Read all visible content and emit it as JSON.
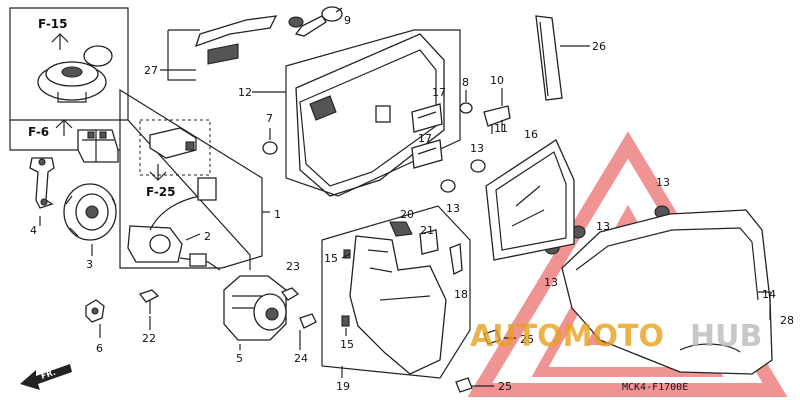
{
  "diagram": {
    "code": "MCK4-F1700E",
    "direction_label": "FR.",
    "ref_labels": [
      "F-15",
      "F-6",
      "F-25"
    ],
    "part_numbers": [
      "1",
      "2",
      "3",
      "4",
      "5",
      "6",
      "7",
      "8",
      "9",
      "10",
      "11",
      "12",
      "13",
      "14",
      "15",
      "16",
      "17",
      "18",
      "19",
      "20",
      "21",
      "22",
      "23",
      "24",
      "25",
      "26",
      "27",
      "28"
    ],
    "watermark": {
      "text_main": "AUTOMOTO",
      "text_tail": "HUB",
      "color_main": "#e8a020",
      "color_tail": "#bbbbbb",
      "triangle_color": "#e23b3b"
    }
  }
}
